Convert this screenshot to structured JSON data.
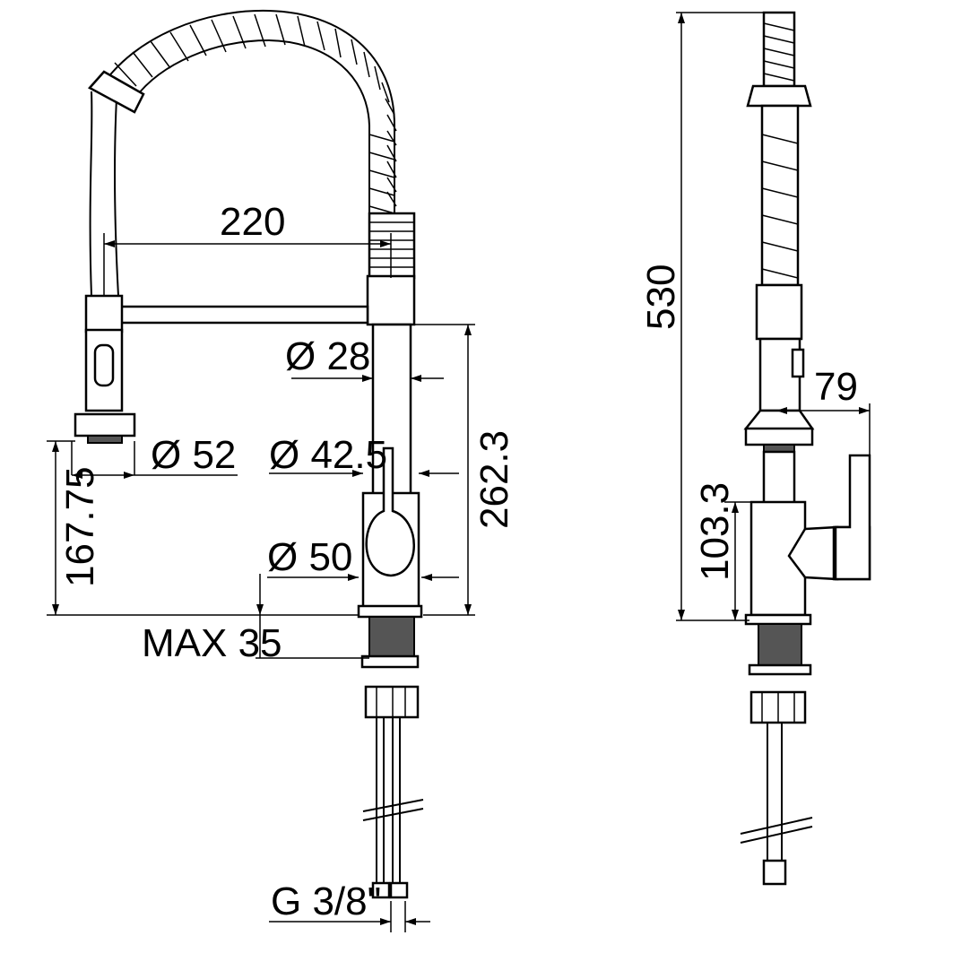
{
  "front_view": {
    "dimensions": {
      "spout_reach": "220",
      "spout_diameter": "Ø 28",
      "head_diameter": "Ø 52",
      "handle_body_diameter": "Ø 42.5",
      "base_diameter": "Ø 50",
      "body_height": "262.3",
      "head_height": "167.75",
      "max_counter_thickness": "MAX 35",
      "connection_thread": "G 3/8\""
    }
  },
  "side_view": {
    "dimensions": {
      "total_height": "530",
      "handle_projection": "79",
      "handle_height": "103.3"
    }
  }
}
